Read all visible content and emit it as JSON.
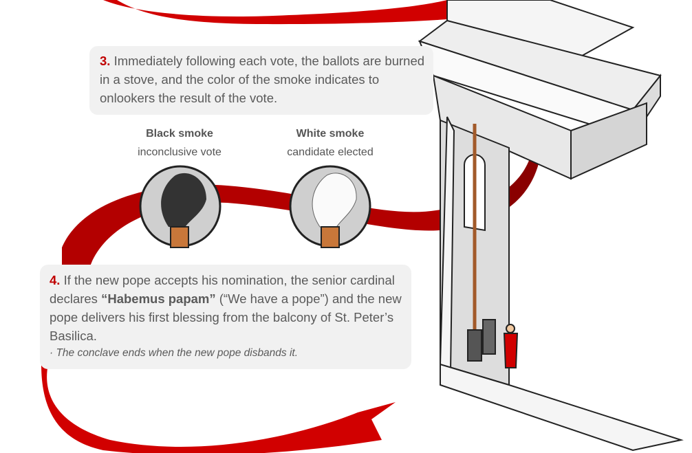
{
  "step3": {
    "number": "3.",
    "text": "Immediately following each vote, the ballots are burned in a stove, and the color of the smoke indicates to onlookers the result of the vote."
  },
  "smoke": [
    {
      "title": "Black smoke",
      "subtitle": "inconclusive vote"
    },
    {
      "title": "White smoke",
      "subtitle": "candidate elected"
    }
  ],
  "step4": {
    "number": "4.",
    "text_before": "If the new pope accepts his nomination, the senior cardinal declares ",
    "quote": "“Habemus papam”",
    "text_after": " (“We have a pope”) and the new pope delivers his first blessing from the balcony of St. Peter’s Basilica.",
    "note": "· The conclave ends when the new pope disbands it."
  },
  "colors": {
    "accent": "#c00000",
    "ribbon": "#cc0000",
    "ribbon_dark": "#7a0000",
    "box": "#f1f1f1"
  }
}
